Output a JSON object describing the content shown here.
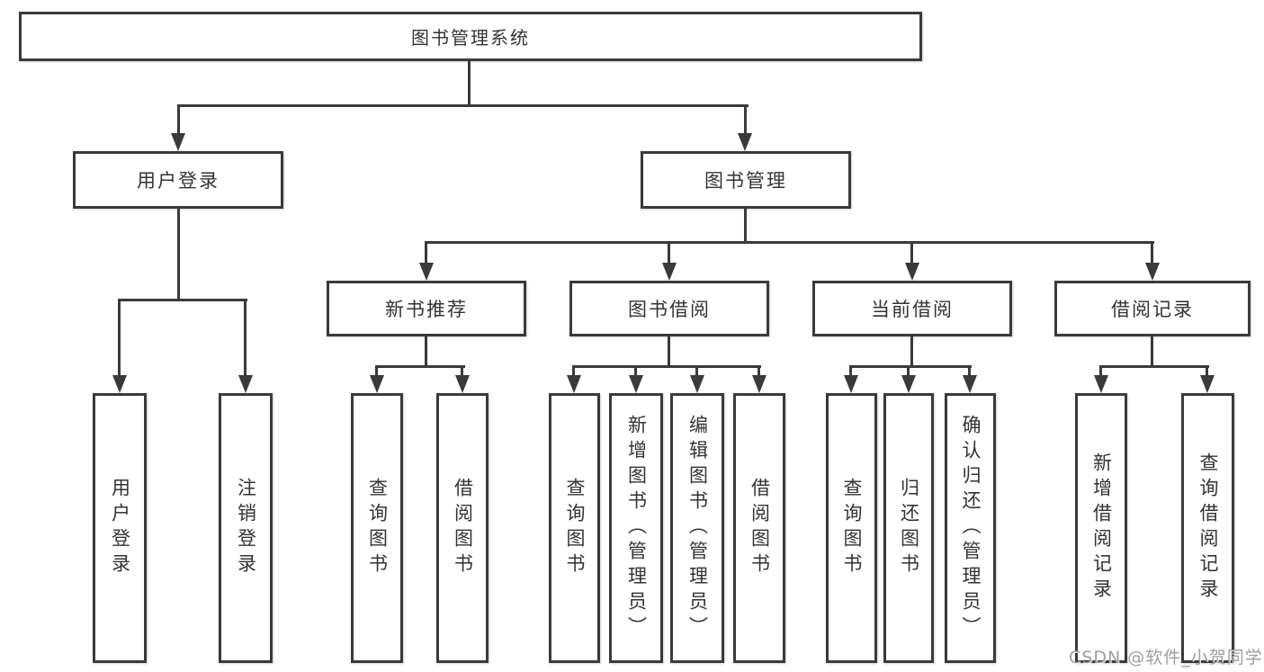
{
  "nodes": {
    "root": "图书管理系统",
    "user_login": "用户登录",
    "book_mgmt": "图书管理",
    "new_book": "新书推荐",
    "borrow": "图书借阅",
    "current": "当前借阅",
    "records": "借阅记录",
    "leaf_user_login": "用户登录",
    "leaf_logout": "注销登录",
    "leaf_nb_query": "查询图书",
    "leaf_nb_borrow": "借阅图书",
    "leaf_bw_query": "查询图书",
    "leaf_bw_add": "新增图书（管理员）",
    "leaf_bw_edit": "编辑图书（管理员）",
    "leaf_bw_borrow": "借阅图书",
    "leaf_cur_query": "查询图书",
    "leaf_cur_return": "归还图书",
    "leaf_cur_confirm": "确认归还（管理员）",
    "leaf_rec_add": "新增借阅记录",
    "leaf_rec_query": "查询借阅记录"
  },
  "hierarchy": {
    "图书管理系统": {
      "用户登录": [
        "用户登录",
        "注销登录"
      ],
      "图书管理": {
        "新书推荐": [
          "查询图书",
          "借阅图书"
        ],
        "图书借阅": [
          "查询图书",
          "新增图书（管理员）",
          "编辑图书（管理员）",
          "借阅图书"
        ],
        "当前借阅": [
          "查询图书",
          "归还图书",
          "确认归还（管理员）"
        ],
        "借阅记录": [
          "新增借阅记录",
          "查询借阅记录"
        ]
      }
    }
  },
  "watermark": "CSDN @软件_小贺同学",
  "colors": {
    "line": "#3a3a3a",
    "text": "#333333",
    "watermark": "#9e9e9e",
    "background": "#ffffff"
  }
}
